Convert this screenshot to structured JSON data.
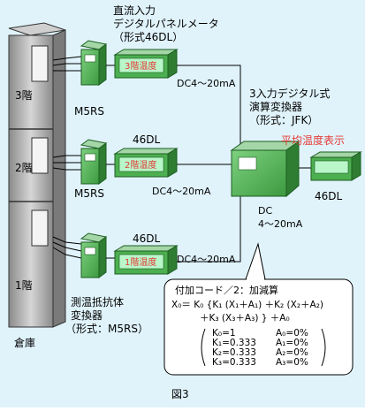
{
  "colors": {
    "background": "#ffffff",
    "panel": "#e0f3fb",
    "device_green": "#4caf50",
    "device_green_dark": "#2e7d32",
    "red_label": "#e53935",
    "building_gray": "#9e9e9e",
    "line": "#000000"
  },
  "building": {
    "floors": [
      "3階",
      "2階",
      "1階"
    ],
    "label": "倉庫"
  },
  "sensors": {
    "label_top": "M5RS",
    "label_mid": "M5RS",
    "caption": [
      "測温抵抗体",
      "変換器",
      "（形式：M5RS）"
    ]
  },
  "meters": {
    "title_top": [
      "直流入力",
      "デジタルパネルメータ",
      "（形式46DL）"
    ],
    "label_mid": "46DL",
    "label_bot": "46DL",
    "display_3f": "3階温度",
    "display_2f": "2階温度",
    "display_1f": "1階温度"
  },
  "signals": {
    "top": "DC4～20mA",
    "mid": "DC4～20mA",
    "bot": "DC4～20mA",
    "out_line1": "DC",
    "out_line2": "4～20mA"
  },
  "converter": {
    "title": [
      "3入力デジタル式",
      "演算変換器",
      "（形式：JFK）"
    ]
  },
  "output_meter": {
    "label": "46DL",
    "caption": "平均温度表示"
  },
  "formula_box": {
    "title": "付加コード／2：加減算",
    "line1": "X₀＝ K₀ {K₁ (X₁＋A₁) ＋K₂ (X₂＋A₂)",
    "line2": "＋K₃ (X₃＋A₃) } ＋A₀",
    "k_values": [
      "K₀=1",
      "K₁=0.333",
      "K₂=0.333",
      "K₃=0.333"
    ],
    "a_values": [
      "A₀=0%",
      "A₁=0%",
      "A₂=0%",
      "A₃=0%"
    ]
  },
  "figure_label": "図3"
}
